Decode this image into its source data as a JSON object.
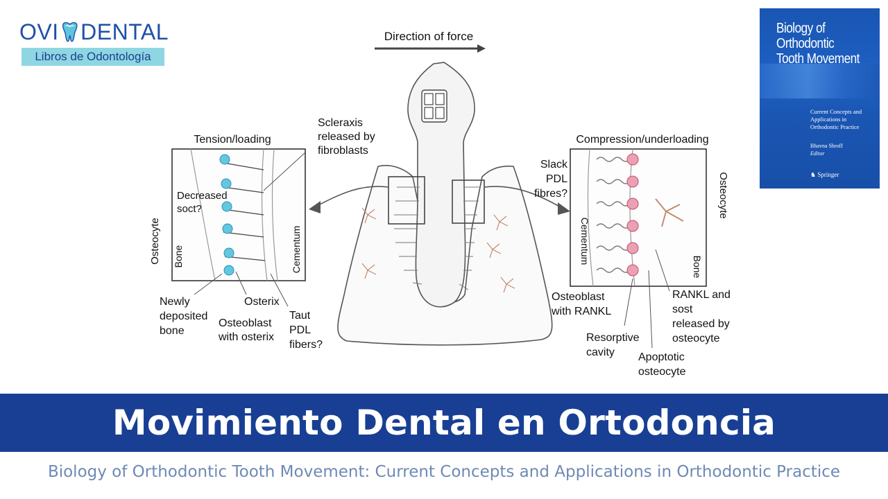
{
  "logo": {
    "word_left": "OVI",
    "word_right": "DENTAL",
    "tagline": "Libros de Odontología",
    "brand_color": "#1f4fa8",
    "tag_color": "#8fd6e3"
  },
  "diagram": {
    "direction": "Direction of force",
    "left_panel": {
      "title": "Tension/loading",
      "scleraxis": [
        "Scleraxis",
        "released by",
        "fibroblasts"
      ],
      "decreased": [
        "Decreased",
        "soct?"
      ],
      "osteocyte": "Osteocyte",
      "bone": "Bone",
      "cementum": "Cementum",
      "newly": [
        "Newly",
        "deposited",
        "bone"
      ],
      "osterix": "Osterix",
      "osteoblast": [
        "Osteoblast",
        "with osterix"
      ],
      "taut": [
        "Taut",
        "PDL",
        "fibers?"
      ]
    },
    "right_panel": {
      "title": "Compression/underloading",
      "slack": [
        "Slack",
        "PDL",
        "fibres?"
      ],
      "osteocyte": "Osteocyte",
      "cementum": "Cementum",
      "bone": "Bone",
      "osteoblast_rankl": [
        "Osteoblast",
        "with RANKL"
      ],
      "rankl_sost": [
        "RANKL and",
        "sost",
        "released by",
        "osteocyte"
      ],
      "resorptive": [
        "Resorptive",
        "cavity"
      ],
      "apoptotic": [
        "Apoptotic",
        "osteocyte"
      ]
    }
  },
  "book": {
    "title": [
      "Biology of",
      "Orthodontic",
      "Tooth Movement"
    ],
    "subtitle": [
      "Current Concepts and",
      "Applications in",
      "Orthodontic Practice"
    ],
    "editor_name": "Bhavna Shroff",
    "editor_role": "Editor",
    "publisher": "Springer"
  },
  "banner": {
    "title": "Movimiento Dental en Ortodoncia",
    "color": "#193f94"
  },
  "footer": {
    "subtitle": "Biology of Orthodontic Tooth Movement: Current Concepts and Applications in Orthodontic Practice"
  }
}
